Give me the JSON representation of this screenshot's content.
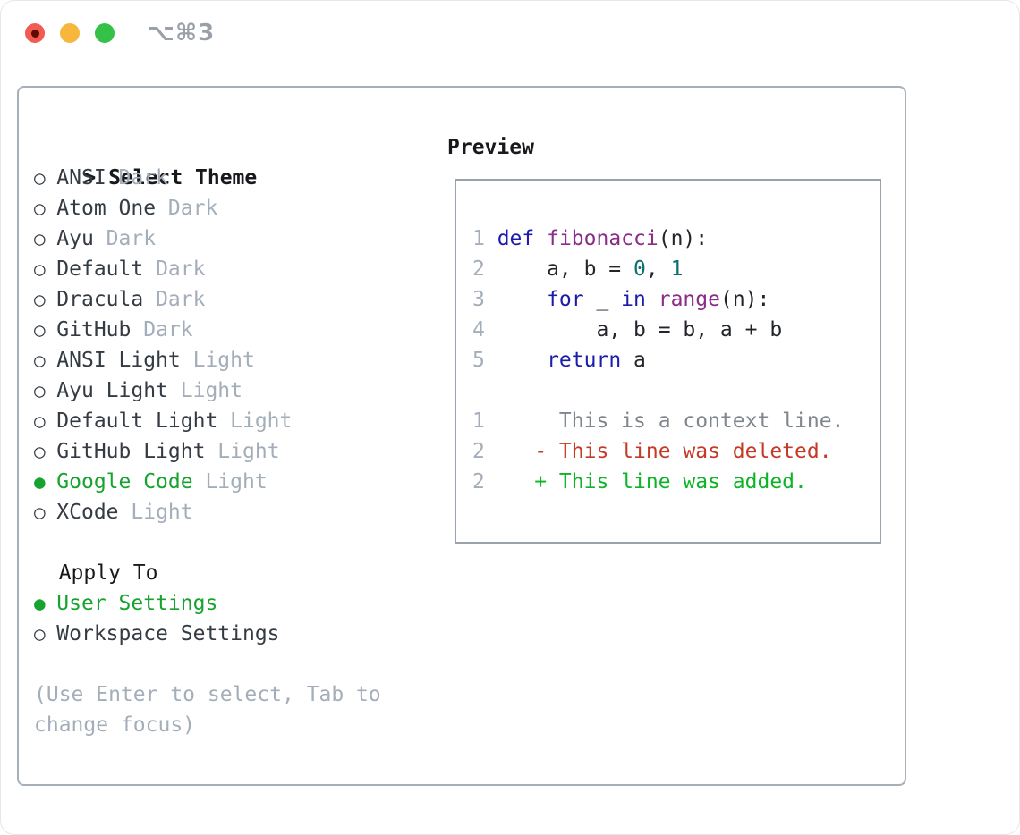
{
  "window": {
    "title_shortcut": "⌥⌘3"
  },
  "colors": {
    "light_red": "#f15b52",
    "light_red_dot": "#5e0a05",
    "light_yellow": "#f6b73c",
    "light_green": "#35c148",
    "title_gray": "#9aa0a8",
    "border_panel": "#a7afb9",
    "border_box": "#99a2ad",
    "text_black": "#17191c",
    "text_dark": "#343b43",
    "muted": "#a4aeba",
    "accent_green": "#16a32e",
    "line_number": "#a4aeba",
    "code_plain": "#22262b",
    "code_keyword": "#1b1daa",
    "code_function": "#8a2d8a",
    "code_number": "#0d6f6f",
    "diff_context": "#7f868e",
    "diff_deleted": "#c43a26",
    "diff_added": "#0db425"
  },
  "left_panel": {
    "header": {
      "prompt": ">",
      "title": "Select Theme"
    },
    "bullets": {
      "selected": "●",
      "unselected": "○"
    },
    "themes": [
      {
        "name": "ANSI",
        "variant": "Dark",
        "selected": false
      },
      {
        "name": "Atom One",
        "variant": "Dark",
        "selected": false
      },
      {
        "name": "Ayu",
        "variant": "Dark",
        "selected": false
      },
      {
        "name": "Default",
        "variant": "Dark",
        "selected": false
      },
      {
        "name": "Dracula",
        "variant": "Dark",
        "selected": false
      },
      {
        "name": "GitHub",
        "variant": "Dark",
        "selected": false
      },
      {
        "name": "ANSI Light",
        "variant": "Light",
        "selected": false
      },
      {
        "name": "Ayu Light",
        "variant": "Light",
        "selected": false
      },
      {
        "name": "Default Light",
        "variant": "Light",
        "selected": false
      },
      {
        "name": "GitHub Light",
        "variant": "Light",
        "selected": false
      },
      {
        "name": "Google Code",
        "variant": "Light",
        "selected": true
      },
      {
        "name": "XCode",
        "variant": "Light",
        "selected": false
      }
    ],
    "apply_to": {
      "title": "Apply To",
      "options": [
        {
          "label": "User Settings",
          "selected": true
        },
        {
          "label": "Workspace Settings",
          "selected": false
        }
      ]
    },
    "hint_lines": [
      "(Use Enter to select, Tab to",
      "change focus)"
    ]
  },
  "preview": {
    "title": "Preview",
    "code_lines": [
      {
        "num": "1",
        "tokens": [
          {
            "text": "def",
            "style": "keyword"
          },
          {
            "text": " ",
            "style": "plain"
          },
          {
            "text": "fibonacci",
            "style": "function"
          },
          {
            "text": "(n):",
            "style": "plain"
          }
        ]
      },
      {
        "num": "2",
        "tokens": [
          {
            "text": "    a, b = ",
            "style": "plain"
          },
          {
            "text": "0",
            "style": "number"
          },
          {
            "text": ", ",
            "style": "plain"
          },
          {
            "text": "1",
            "style": "number"
          }
        ]
      },
      {
        "num": "3",
        "tokens": [
          {
            "text": "    ",
            "style": "plain"
          },
          {
            "text": "for",
            "style": "keyword"
          },
          {
            "text": " _ ",
            "style": "plain"
          },
          {
            "text": "in",
            "style": "keyword"
          },
          {
            "text": " ",
            "style": "plain"
          },
          {
            "text": "range",
            "style": "function"
          },
          {
            "text": "(n):",
            "style": "plain"
          }
        ]
      },
      {
        "num": "4",
        "tokens": [
          {
            "text": "        a, b = b, a + b",
            "style": "plain"
          }
        ]
      },
      {
        "num": "5",
        "tokens": [
          {
            "text": "    ",
            "style": "plain"
          },
          {
            "text": "return",
            "style": "keyword"
          },
          {
            "text": " a",
            "style": "plain"
          }
        ]
      }
    ],
    "diff_lines": [
      {
        "num": "1",
        "kind": "context",
        "text": "     This is a context line."
      },
      {
        "num": "2",
        "kind": "deleted",
        "text": "   - This line was deleted."
      },
      {
        "num": "2",
        "kind": "added",
        "text": "   + This line was added."
      }
    ]
  }
}
